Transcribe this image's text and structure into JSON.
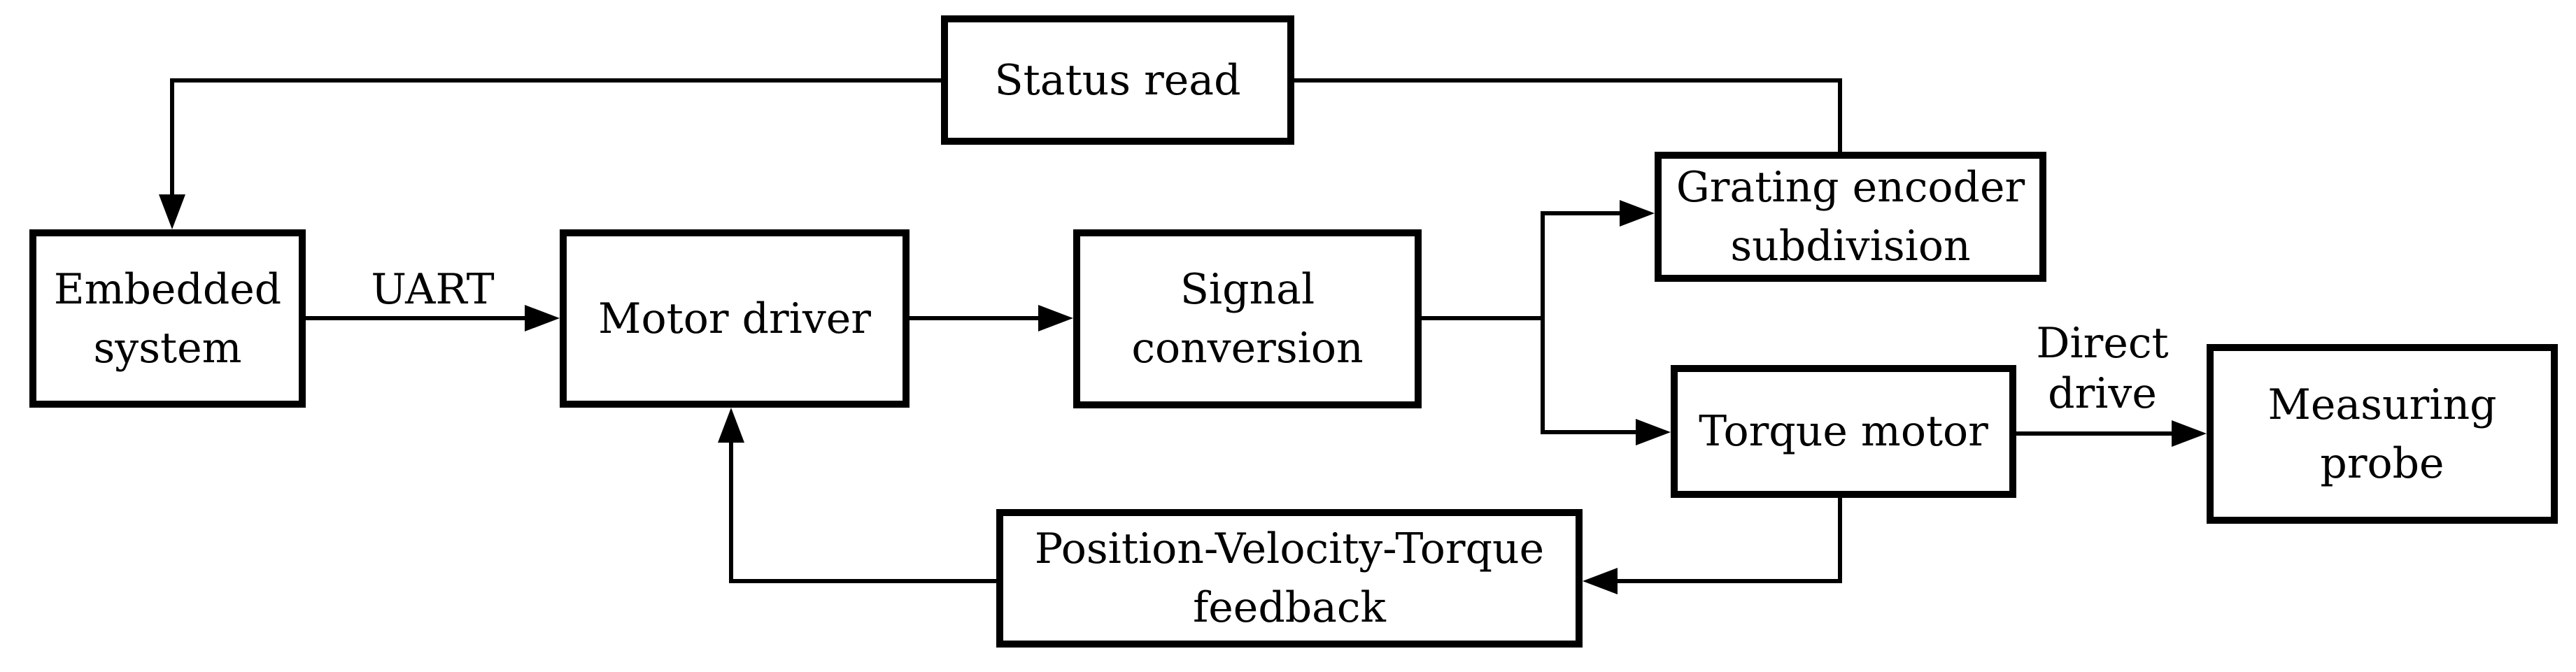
{
  "diagram": {
    "background_color": "#ffffff",
    "line_color": "#000000",
    "box_fill": "#ffffff",
    "nodes": {
      "embedded_system": {
        "label": "Embedded\nsystem"
      },
      "motor_driver": {
        "label": "Motor driver"
      },
      "signal_conversion": {
        "label": "Signal\nconversion"
      },
      "status_read": {
        "label": "Status read"
      },
      "grating_encoder_subdivision": {
        "label": "Grating encoder\nsubdivision"
      },
      "torque_motor": {
        "label": "Torque motor"
      },
      "measuring_probe": {
        "label": "Measuring\nprobe"
      },
      "position_velocity_torque_feedback": {
        "label": "Position-Velocity-Torque\nfeedback"
      }
    },
    "edge_labels": {
      "uart": "UART",
      "direct_drive": "Direct\ndrive"
    },
    "edges": [
      {
        "from": "grating_encoder_subdivision",
        "to": "status_read",
        "label": "",
        "arrow": false
      },
      {
        "from": "status_read",
        "to": "embedded_system",
        "label": "",
        "arrow": true
      },
      {
        "from": "embedded_system",
        "to": "motor_driver",
        "label": "UART",
        "arrow": true
      },
      {
        "from": "motor_driver",
        "to": "signal_conversion",
        "label": "",
        "arrow": true
      },
      {
        "from": "signal_conversion",
        "to": "grating_encoder_subdivision",
        "label": "",
        "arrow": true
      },
      {
        "from": "signal_conversion",
        "to": "torque_motor",
        "label": "",
        "arrow": true
      },
      {
        "from": "torque_motor",
        "to": "measuring_probe",
        "label": "Direct drive",
        "arrow": true
      },
      {
        "from": "torque_motor",
        "to": "position_velocity_torque_feedback",
        "label": "",
        "arrow": true
      },
      {
        "from": "position_velocity_torque_feedback",
        "to": "motor_driver",
        "label": "",
        "arrow": true
      }
    ]
  }
}
